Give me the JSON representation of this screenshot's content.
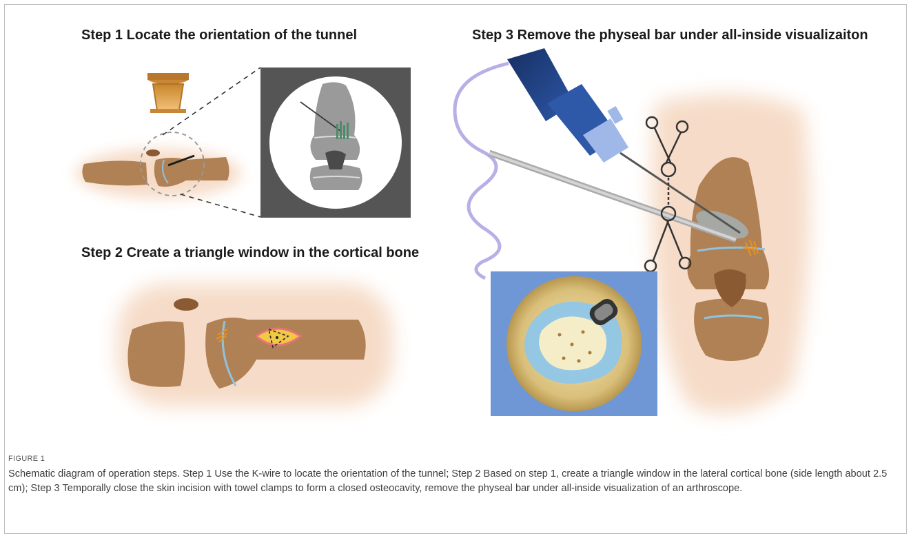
{
  "steps": {
    "step1": "Step 1 Locate the orientation of the tunnel",
    "step2": "Step 2 Create a triangle window in the cortical bone",
    "step3": "Step 3 Remove the physeal bar under all-inside visualizaiton"
  },
  "caption": {
    "label": "FIGURE 1",
    "text": "Schematic diagram of operation steps. Step 1 Use the K-wire to locate the orientation of the tunnel; Step 2 Based on step 1, create a triangle window in the lateral cortical bone (side length about 2.5 cm); Step 3 Temporally close the skin incision with towel clamps to form a closed osteocavity, remove the physeal bar under all-inside visualization of an arthroscope."
  },
  "colors": {
    "skin": "#f6dcc8",
    "bone": "#b08155",
    "bone_dark": "#8a5a33",
    "physis_line": "#8fc3df",
    "window_fill": "#f3c843",
    "window_edge": "#e8727a",
    "xray_bg": "#555555",
    "arthroscope_body": "#1f3d7a",
    "arthroscope_light": "#9fb8e8",
    "light_cable": "#b7b0e6",
    "endo_view_bg": "#6f97d6",
    "physeal_bar": "#e7931f"
  },
  "icons": {
    "c_arm": "c-arm-fluoroscope-icon",
    "arthroscope": "arthroscope-icon",
    "towel_clamp": "towel-clamp-icon",
    "k_wire": "k-wire-icon",
    "shaver": "shaver-icon"
  }
}
